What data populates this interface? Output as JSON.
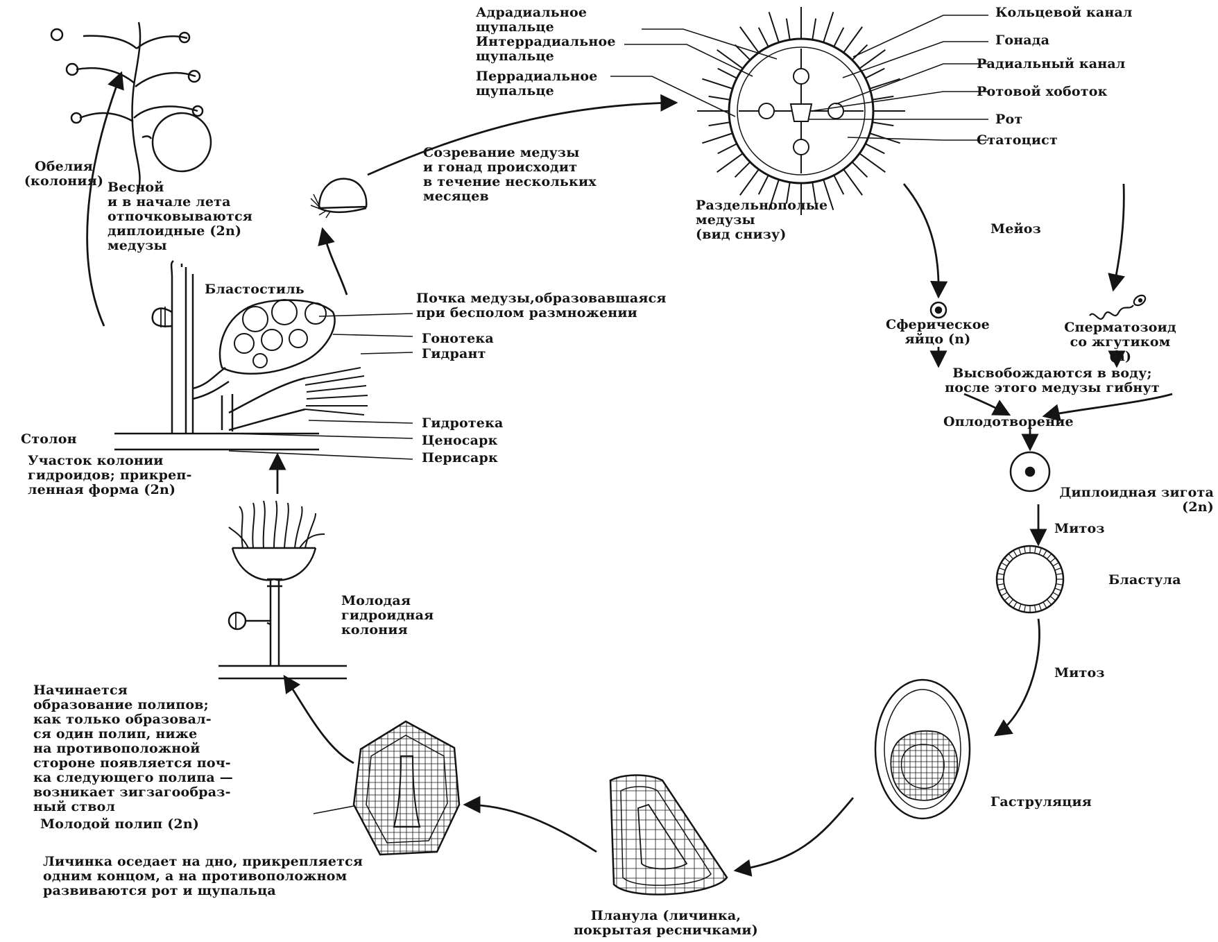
{
  "labels": {
    "adradial": "Адрадиальное\nщупальце",
    "interradial": "Интеррадиальное\nщупальце",
    "perradial": "Перрадиальное\nщупальце",
    "ring_canal": "Кольцевой канал",
    "gonad": "Гонада",
    "radial_canal": "Радиальный канал",
    "proboscis": "Ротовой хоботок",
    "mouth": "Рот",
    "statocyst": "Статоцист",
    "obelia": "Обелия\n(колония)",
    "spring": "Весной\nи в начале лета\nотпочковываются\nдиплоидные (2n)\nмедузы",
    "maturation": "Созревание медузы\nи гонад происходит\nв течение нескольких\nмесяцев",
    "medusae": "Раздельнополые\nмедузы\n(вид снизу)",
    "meiosis": "Мейоз",
    "blastostyle": "Бластостиль",
    "medusa_bud": "Почка медузы,образовавшаяся\nпри бесполом размножении",
    "gonotheca": "Гонотека",
    "hydranth": "Гидрант",
    "hydrotheca": "Гидротека",
    "coenosarc": "Ценосарк",
    "perisarc": "Перисарк",
    "stolon": "Столон",
    "colony_part": "Участок колонии\nгидроидов; прикреп-\nленная форма (2n)",
    "egg": "Сферическое\nяйцо (n)",
    "sperm": "Сперматозоид\nсо жгутиком\n(n)",
    "released": "Высвобождаются в воду;\nпосле этого медузы гибнут",
    "fertilization": "Оплодотворение",
    "zygote": "Диплоидная зигота\n(2n)",
    "mitosis_1": "Митоз",
    "blastula": "Бластула",
    "mitosis_2": "Митоз",
    "young_colony": "Молодая\nгидроидная\nколония",
    "polyp_formation": "Начинается\nобразование полипов;\nкак только образовал-\nся один полип, ниже\nна противоположной\nстороне появляется поч-\nка следующего полипа —\nвозникает зигзагообраз-\nный ствол",
    "young_polyp": "Молодой полип (2n)",
    "gastrulation": "Гаструляция",
    "larva_settles": "Личинка оседает на дно, прикрепляется\nодним концом, а на противоположном\nразвиваются рот и щупальца",
    "planula": "Планула (личинка,\nпокрытая ресничками)"
  }
}
